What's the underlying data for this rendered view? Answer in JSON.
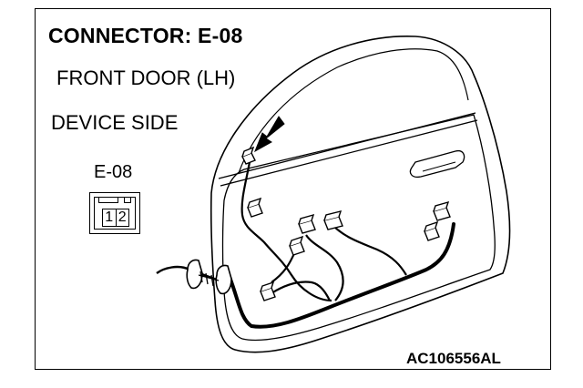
{
  "title": "CONNECTOR: E-08",
  "subtitle_location": "FRONT DOOR (LH)",
  "subtitle_side": "DEVICE SIDE",
  "connector": {
    "label": "E-08",
    "pins": [
      "1",
      "2"
    ]
  },
  "figure_code": "AC106556AL",
  "colors": {
    "line": "#000000",
    "background": "#ffffff",
    "harness": "#000000"
  }
}
